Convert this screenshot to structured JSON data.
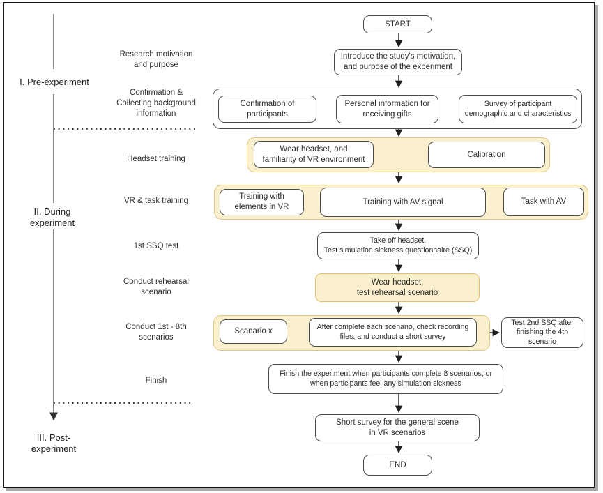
{
  "colors": {
    "group_fill": "#fbf0cd",
    "group_border": "#e0c67e",
    "box_border": "#4a4a4a",
    "text": "#2b2b2b"
  },
  "phases": [
    {
      "label": "I. Pre-experiment"
    },
    {
      "label": "II. During\nexperiment"
    },
    {
      "label": "III. Post-\nexperiment"
    }
  ],
  "stages": [
    "Research motivation\nand purpose",
    "Confirmation &\nCollecting background\ninformation",
    "Headset training",
    "VR & task training",
    "1st SSQ test",
    "Conduct rehearsal\nscenario",
    "Conduct 1st - 8th\nscenarios",
    "Finish"
  ],
  "nodes": {
    "start": "START",
    "intro": "Introduce the study's motivation,\nand purpose of the experiment",
    "confirmation": "Confirmation of\nparticipants",
    "personal_info": "Personal information for\nreceiving gifts",
    "survey_demographic": "Survey of participant\ndemographic and characteristics",
    "wear_headset_training": "Wear headset, and\nfamiliarity of VR environment",
    "calibration": "Calibration",
    "training_elements": "Training with\nelements in VR",
    "training_av": "Training with AV signal",
    "task_av": "Task with AV",
    "ssq_first": "Take off headset,\nTest simulation sickness questionnaire (SSQ)",
    "rehearsal": "Wear headset,\ntest rehearsal scenario",
    "scenario_x": "Scanario x",
    "after_scenario": "After complete each scenario, check recording\nfiles, and conduct a short survey",
    "ssq_second": "Test 2nd SSQ after\nfinishing the 4th\nscenario",
    "finish": "Finish the experiment when participants complete 8 scenarios, or\nwhen participants feel any simulation sickness",
    "general_survey": "Short survey for the general scene\nin VR scenarios",
    "end": "END"
  }
}
